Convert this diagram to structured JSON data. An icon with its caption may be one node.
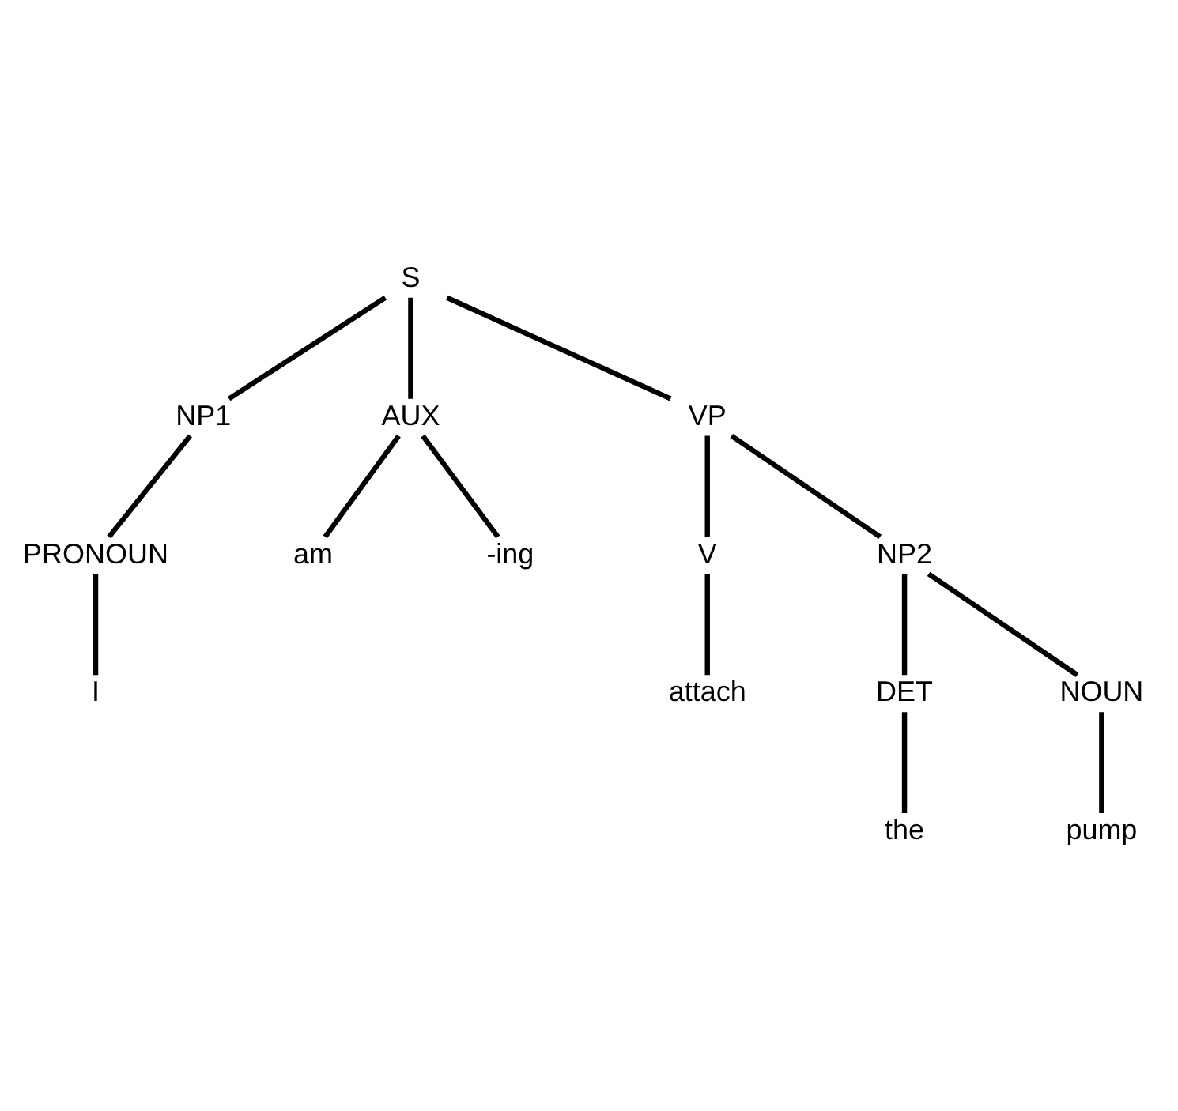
{
  "diagram": {
    "nodes": [
      {
        "text": [
          "S"
        ]
      },
      {
        "text": [
          "NP1"
        ]
      },
      {
        "text": [
          "AUX"
        ]
      },
      {
        "text": [
          "VP"
        ]
      },
      {
        "text": [
          "PRONOUN"
        ]
      },
      {
        "text": [
          "I"
        ]
      },
      {
        "text": [
          "am"
        ]
      },
      {
        "text": [
          "-ing"
        ]
      },
      {
        "text": [
          "V"
        ]
      },
      {
        "text": [
          "NP2"
        ]
      },
      {
        "text": [
          "attach"
        ]
      },
      {
        "text": [
          "DET"
        ]
      },
      {
        "text": [
          "NOUN"
        ]
      },
      {
        "text": [
          "the"
        ]
      },
      {
        "text": [
          "pump"
        ]
      }
    ],
    "edges": [
      {
        "from": 0,
        "to": 1,
        "arrow": "none"
      },
      {
        "from": 0,
        "to": 2,
        "arrow": "none"
      },
      {
        "from": 0,
        "to": 3,
        "arrow": "none"
      },
      {
        "from": 1,
        "to": 4,
        "arrow": "none"
      },
      {
        "from": 4,
        "to": 5,
        "arrow": "none"
      },
      {
        "from": 2,
        "to": 6,
        "arrow": "none"
      },
      {
        "from": 2,
        "to": 7,
        "arrow": "none"
      },
      {
        "from": 3,
        "to": 8,
        "arrow": "none"
      },
      {
        "from": 3,
        "to": 9,
        "arrow": "none"
      },
      {
        "from": 8,
        "to": 10,
        "arrow": "none"
      },
      {
        "from": 9,
        "to": 11,
        "arrow": "none"
      },
      {
        "from": 9,
        "to": 12,
        "arrow": "none"
      },
      {
        "from": 11,
        "to": 13,
        "arrow": "none"
      },
      {
        "from": 12,
        "to": 14,
        "arrow": "none"
      }
    ]
  }
}
